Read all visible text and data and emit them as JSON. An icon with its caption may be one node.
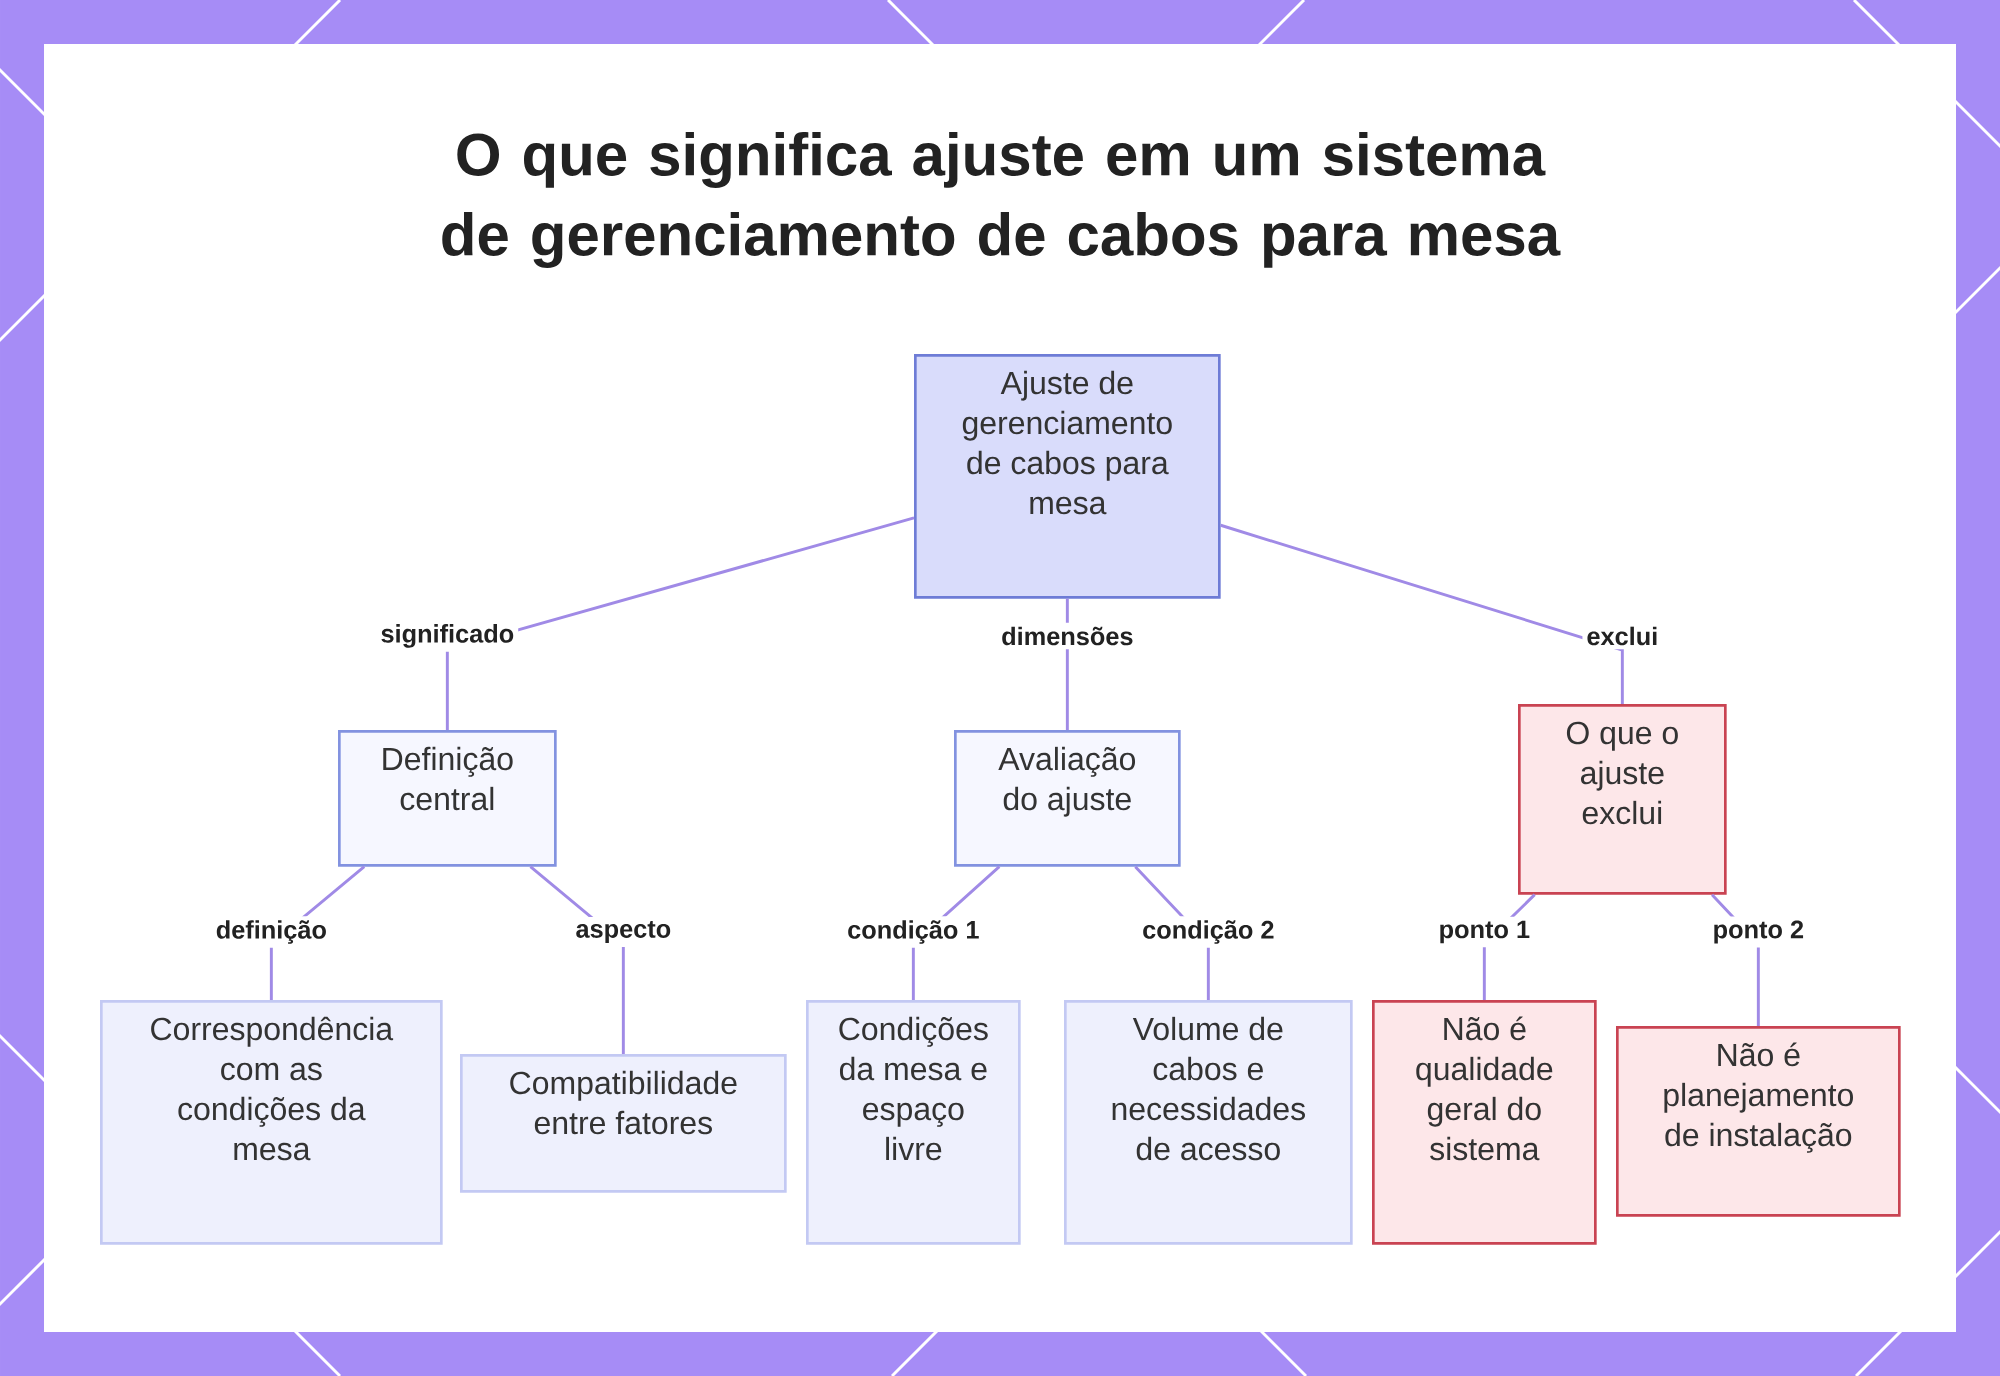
{
  "diagram": {
    "title": "O que significa ajuste em um sistema de gerenciamento de cabos para mesa",
    "nodes": [
      {
        "text": [
          "Ajuste de gerenciamento de cabos para mesa"
        ]
      },
      {
        "text": [
          "Definição central"
        ]
      },
      {
        "text": [
          "Avaliação do ajuste"
        ]
      },
      {
        "text": [
          "O que o ajuste exclui"
        ]
      },
      {
        "text": [
          "Correspondência com as condições da mesa"
        ]
      },
      {
        "text": [
          "Compatibilidade entre fatores"
        ]
      },
      {
        "text": [
          "Condições da mesa e espaço livre"
        ]
      },
      {
        "text": [
          "Volume de cabos e necessidades de acesso"
        ]
      },
      {
        "text": [
          "Não é qualidade geral do sistema"
        ]
      },
      {
        "text": [
          "Não é planejamento de instalação"
        ]
      }
    ],
    "edges": [
      {
        "from": 0,
        "to": 1,
        "arrow": "none",
        "label": "significado"
      },
      {
        "from": 0,
        "to": 2,
        "arrow": "none",
        "label": "dimensões"
      },
      {
        "from": 0,
        "to": 3,
        "arrow": "none",
        "label": "exclui"
      },
      {
        "from": 1,
        "to": 4,
        "arrow": "none",
        "label": "definição"
      },
      {
        "from": 1,
        "to": 5,
        "arrow": "none",
        "label": "aspecto"
      },
      {
        "from": 2,
        "to": 6,
        "arrow": "none",
        "label": "condição 1"
      },
      {
        "from": 2,
        "to": 7,
        "arrow": "none",
        "label": "condição 2"
      },
      {
        "from": 3,
        "to": 8,
        "arrow": "none",
        "label": "ponto 1"
      },
      {
        "from": 3,
        "to": 9,
        "arrow": "none",
        "label": "ponto 2"
      }
    ]
  }
}
